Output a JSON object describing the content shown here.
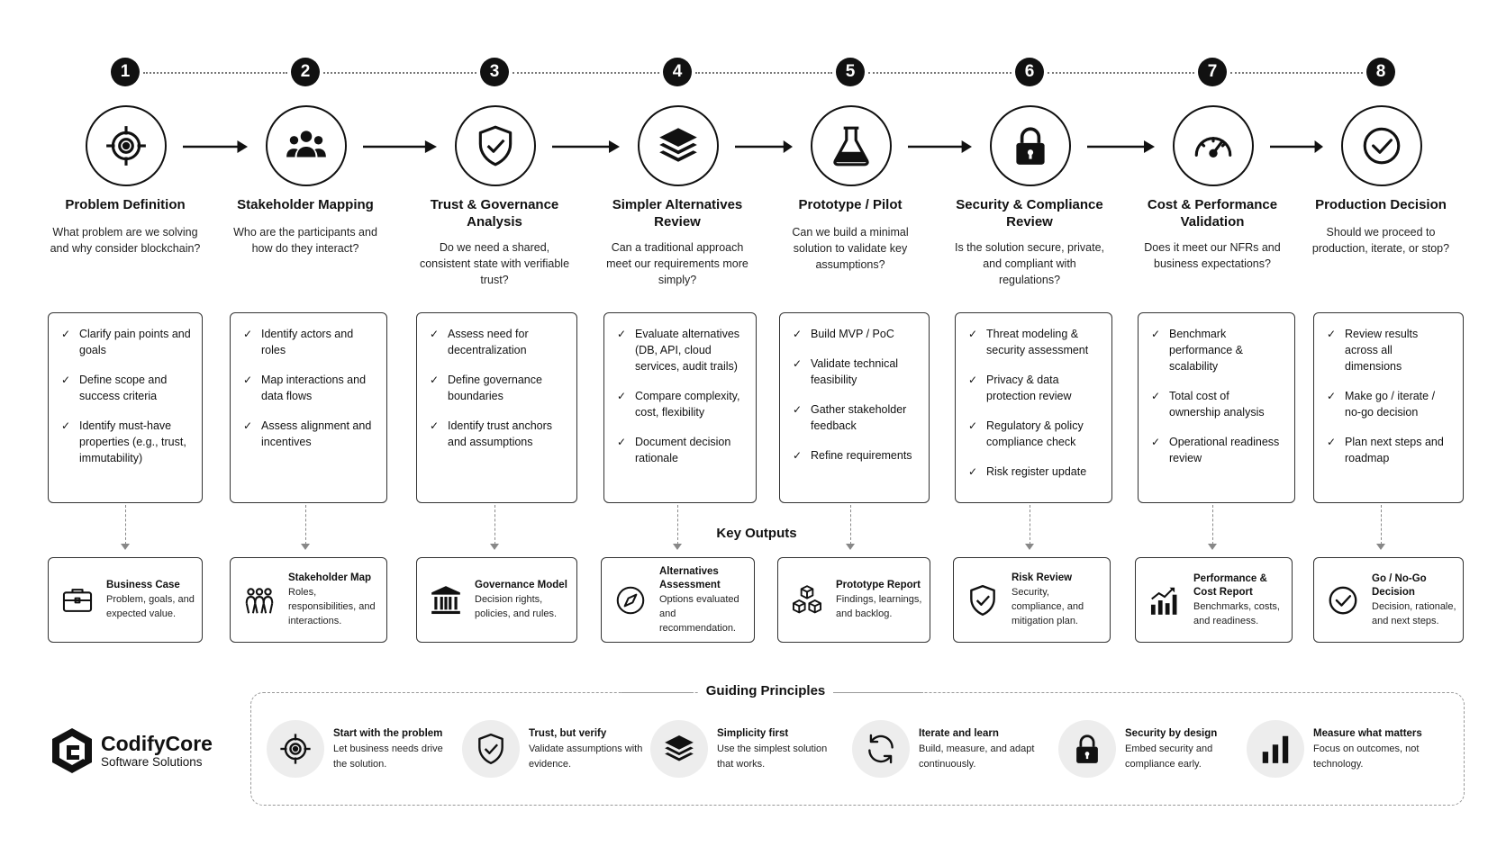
{
  "steps": [
    {
      "number": "1",
      "title": "Problem Definition",
      "question": "What problem are we solving and why consider blockchain?",
      "icon": "target-icon",
      "tasks": [
        "Clarify pain points and goals",
        "Define scope and success criteria",
        "Identify must-have properties (e.g., trust, immutability)"
      ]
    },
    {
      "number": "2",
      "title": "Stakeholder Mapping",
      "question": "Who are the participants and how do they interact?",
      "icon": "people-group-icon",
      "tasks": [
        "Identify actors and roles",
        "Map interactions and data flows",
        "Assess alignment and incentives"
      ]
    },
    {
      "number": "3",
      "title": "Trust & Governance Analysis",
      "question": "Do we need a shared, consistent state with verifiable trust?",
      "icon": "shield-check-icon",
      "tasks": [
        "Assess need for decentralization",
        "Define governance boundaries",
        "Identify trust anchors and assumptions"
      ]
    },
    {
      "number": "4",
      "title": "Simpler Alternatives Review",
      "question": "Can a traditional approach meet our requirements more simply?",
      "icon": "layers-icon",
      "tasks": [
        "Evaluate alternatives (DB, API, cloud services, audit trails)",
        "Compare complexity, cost, flexibility",
        "Document decision rationale"
      ]
    },
    {
      "number": "5",
      "title": "Prototype / Pilot",
      "question": "Can we build a minimal solution to validate key assumptions?",
      "icon": "flask-icon",
      "tasks": [
        "Build MVP / PoC",
        "Validate technical feasibility",
        "Gather stakeholder feedback",
        "Refine requirements"
      ]
    },
    {
      "number": "6",
      "title": "Security & Compliance Review",
      "question": "Is the solution secure, private, and compliant with regulations?",
      "icon": "lock-icon",
      "tasks": [
        "Threat modeling & security assessment",
        "Privacy & data protection review",
        "Regulatory & policy compliance check",
        "Risk register update"
      ]
    },
    {
      "number": "7",
      "title": "Cost & Performance Validation",
      "question": "Does it meet our NFRs and business expectations?",
      "icon": "speedometer-icon",
      "tasks": [
        "Benchmark performance & scalability",
        "Total cost of ownership analysis",
        "Operational readiness review"
      ]
    },
    {
      "number": "8",
      "title": "Production Decision",
      "question": "Should we proceed to production, iterate, or stop?",
      "icon": "check-circle-icon",
      "tasks": [
        "Review results across all dimensions",
        "Make go / iterate / no-go decision",
        "Plan next steps and roadmap"
      ]
    }
  ],
  "key_outputs_label": "Key Outputs",
  "outputs": [
    {
      "title": "Business Case",
      "desc": "Problem, goals, and expected value.",
      "icon": "briefcase-icon"
    },
    {
      "title": "Stakeholder Map",
      "desc": "Roles, responsibilities, and interactions.",
      "icon": "stakeholders-icon"
    },
    {
      "title": "Governance Model",
      "desc": "Decision rights, policies, and rules.",
      "icon": "institution-icon"
    },
    {
      "title": "Alternatives Assessment",
      "desc": "Options evaluated and recommendation.",
      "icon": "compass-icon"
    },
    {
      "title": "Prototype Report",
      "desc": "Findings, learnings, and backlog.",
      "icon": "cubes-icon"
    },
    {
      "title": "Risk Review",
      "desc": "Security, compliance, and mitigation plan.",
      "icon": "shield-check-icon"
    },
    {
      "title": "Performance & Cost Report",
      "desc": "Benchmarks, costs, and readiness.",
      "icon": "bar-chart-up-icon"
    },
    {
      "title": "Go / No-Go Decision",
      "desc": "Decision, rationale, and next steps.",
      "icon": "check-circle-icon"
    }
  ],
  "principles_title": "Guiding Principles",
  "principles": [
    {
      "title": "Start with the problem",
      "desc": "Let business needs drive the solution.",
      "icon": "target-icon"
    },
    {
      "title": "Trust, but verify",
      "desc": "Validate assumptions with evidence.",
      "icon": "shield-check-icon"
    },
    {
      "title": "Simplicity first",
      "desc": "Use the simplest solution that works.",
      "icon": "layers-icon"
    },
    {
      "title": "Iterate and learn",
      "desc": "Build, measure, and adapt continuously.",
      "icon": "refresh-icon"
    },
    {
      "title": "Security by design",
      "desc": "Embed security and compliance early.",
      "icon": "lock-icon"
    },
    {
      "title": "Measure what matters",
      "desc": "Focus on outcomes, not technology.",
      "icon": "bar-chart-icon"
    }
  ],
  "brand": {
    "name": "CodifyCore",
    "tagline": "Software Solutions",
    "icon": "codifycore-logo-icon"
  }
}
